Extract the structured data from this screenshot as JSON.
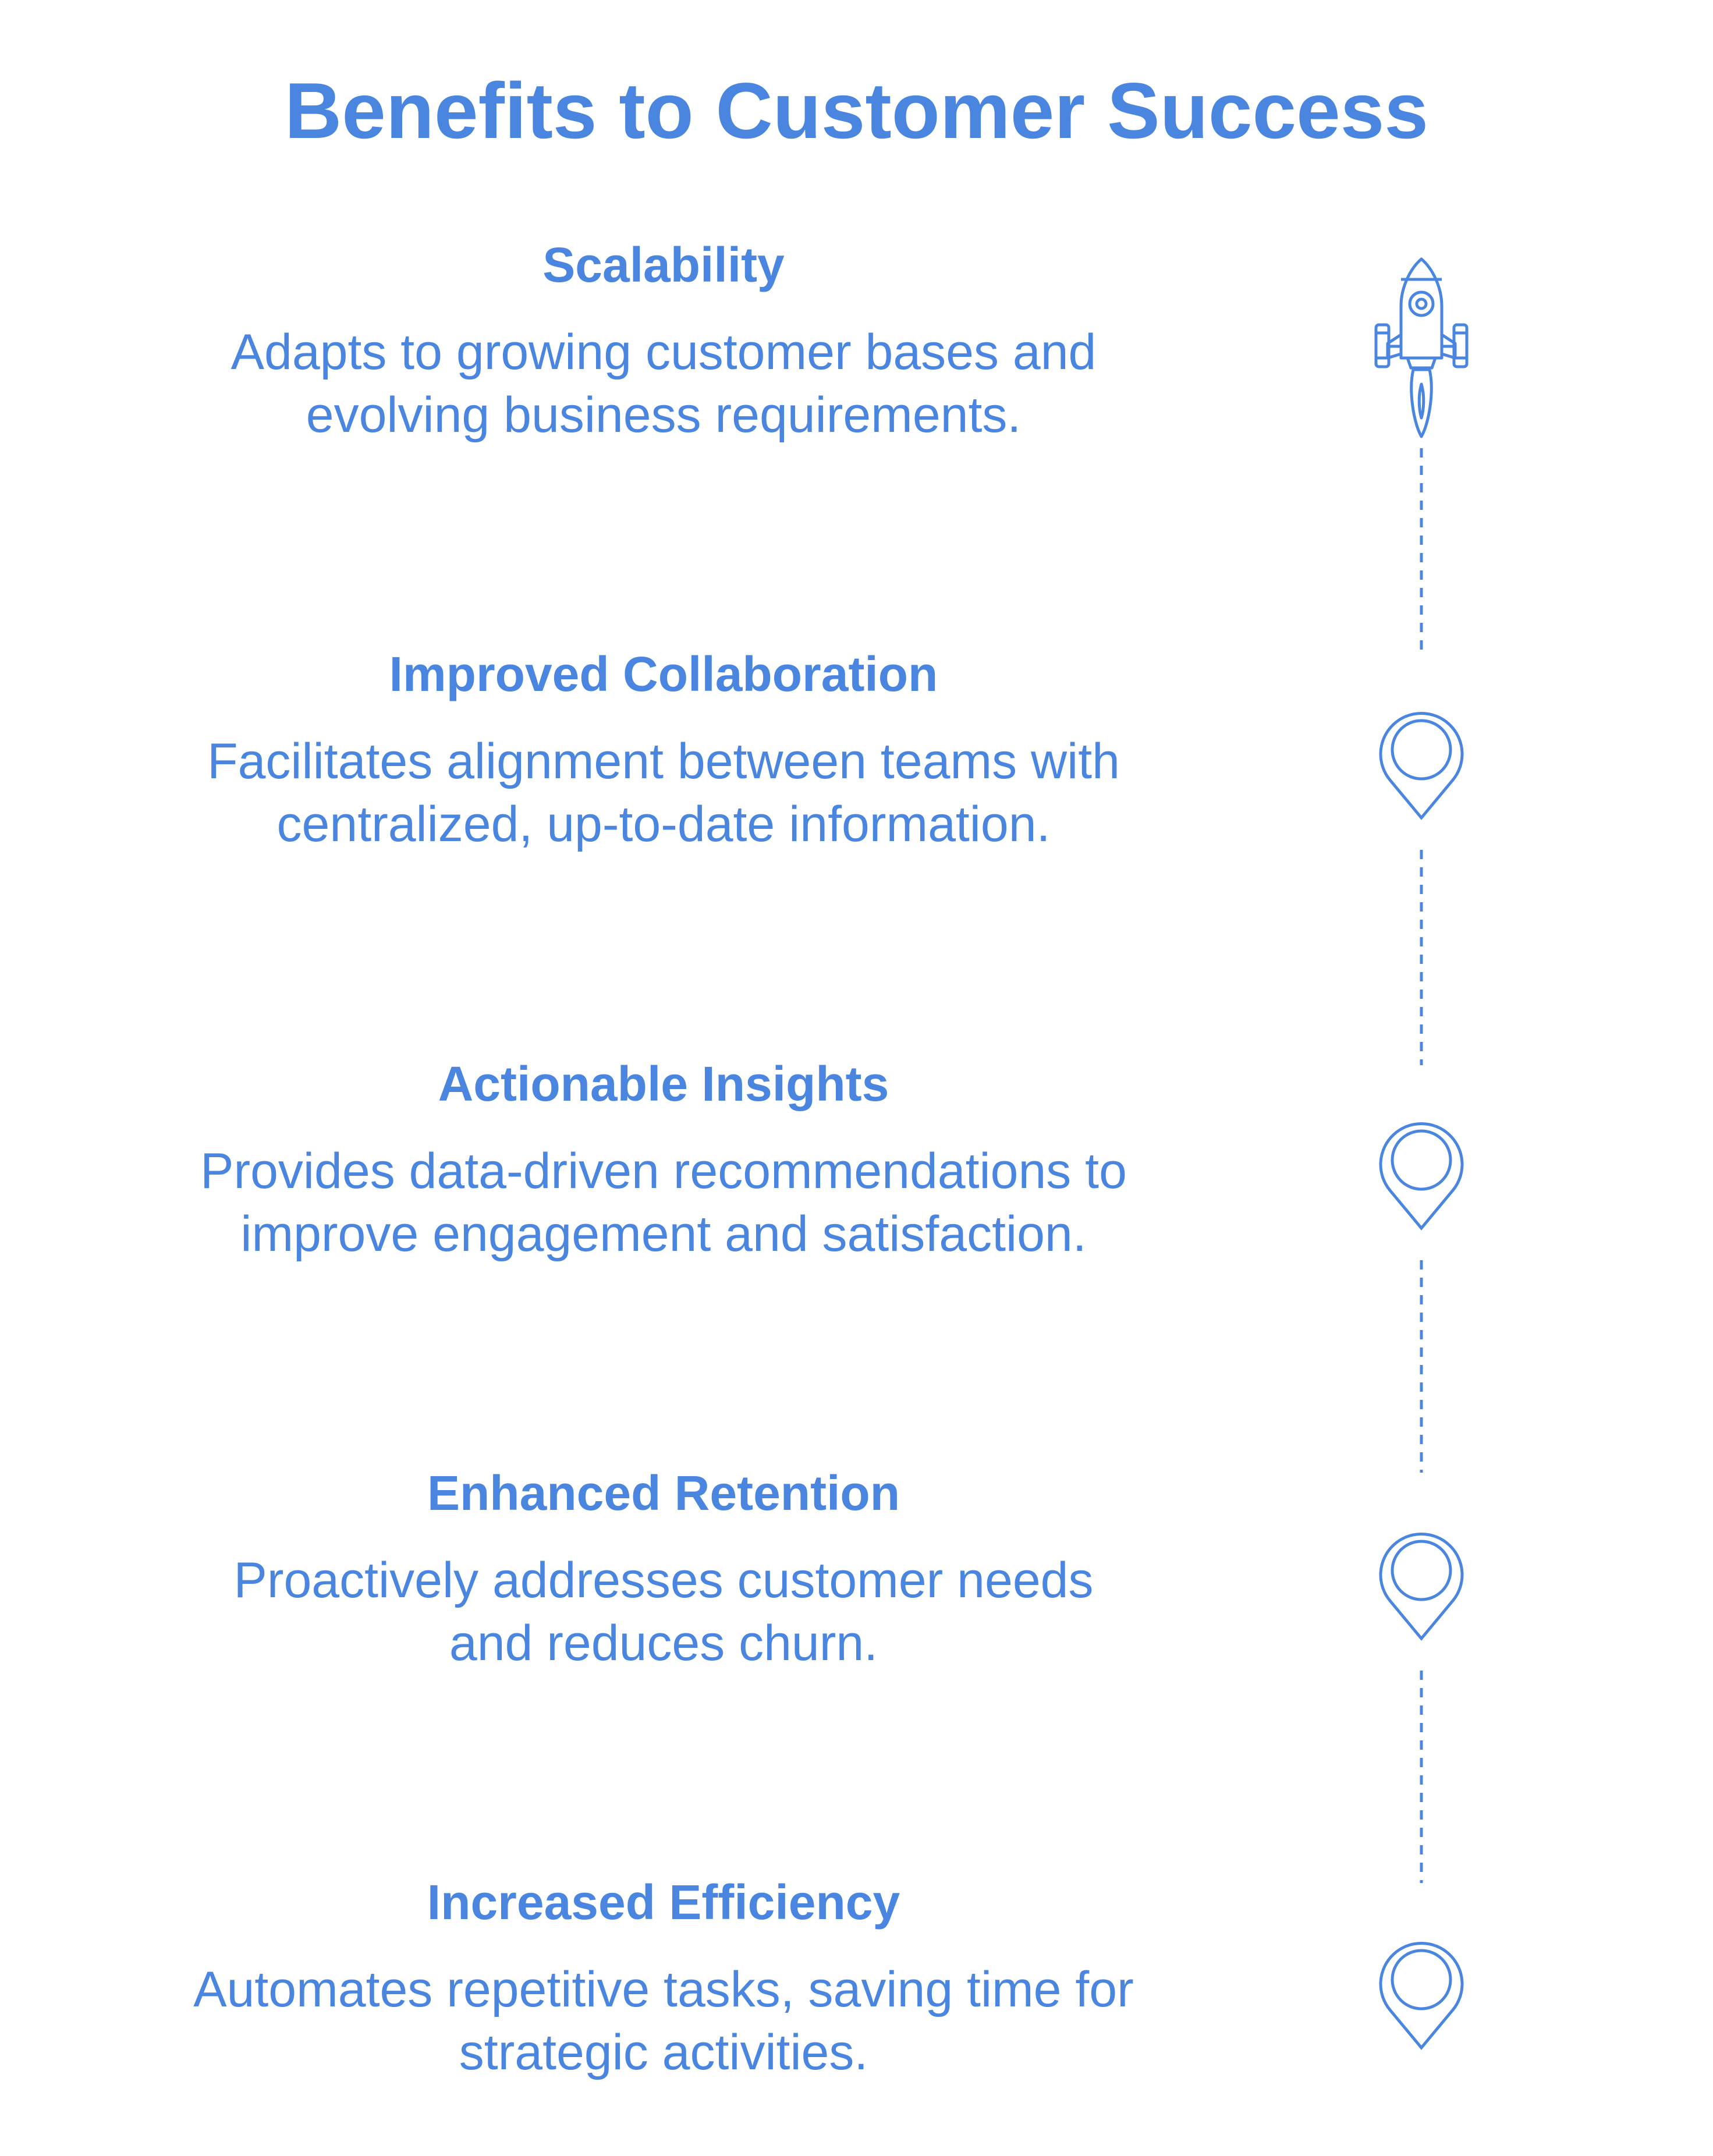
{
  "title": "Benefits to Customer Success",
  "colors": {
    "accent": "#4a86e0",
    "background": "#ffffff"
  },
  "items": [
    {
      "title": "Scalability",
      "description": "Adapts to growing customer bases and evolving business requirements.",
      "icon": "rocket-icon"
    },
    {
      "title": "Improved Collaboration",
      "description": "Facilitates alignment between teams with centralized, up-to-date information.",
      "icon": "location-pin-icon"
    },
    {
      "title": "Actionable Insights",
      "description": "Provides data-driven recommendations to improve engagement and satisfaction.",
      "icon": "location-pin-icon"
    },
    {
      "title": "Enhanced Retention",
      "description": "Proactively addresses customer needs and reduces churn.",
      "icon": "location-pin-icon"
    },
    {
      "title": "Increased Efficiency",
      "description": "Automates repetitive tasks, saving time for strategic activities.",
      "icon": "location-pin-icon"
    }
  ]
}
